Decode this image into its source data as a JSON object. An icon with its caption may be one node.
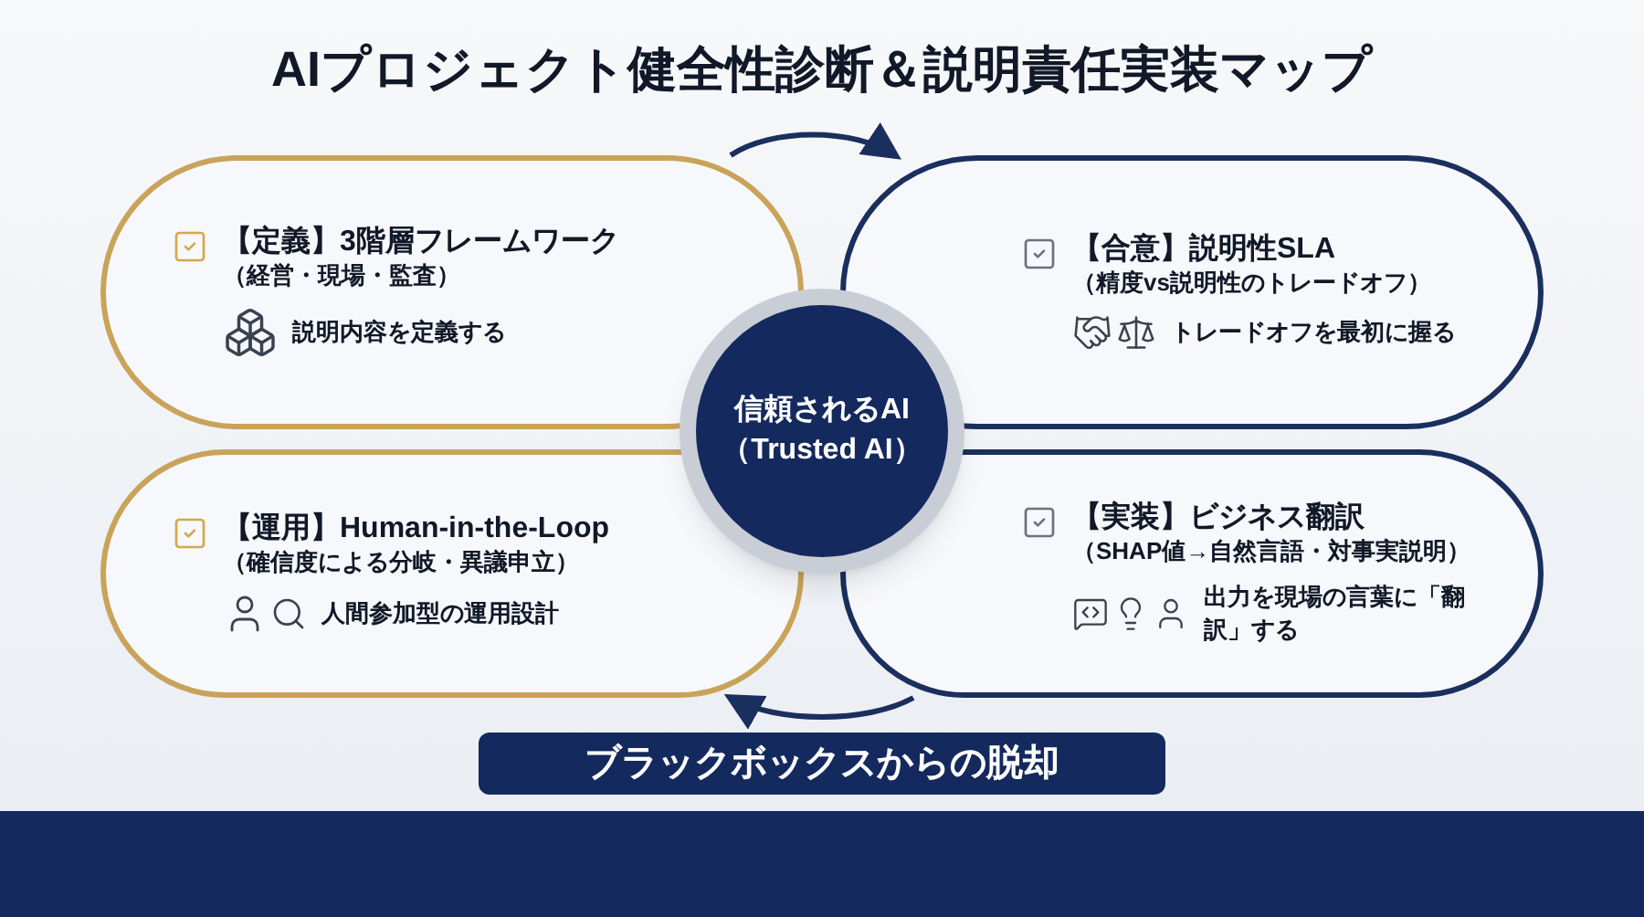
{
  "diagram": {
    "title": "AIプロジェクト健全性診断＆説明責任実装マップ",
    "nodes": [
      {
        "text": [
          "【定義】3階層フレームワーク",
          "（経営・現場・監査）",
          "説明内容を定義する"
        ]
      },
      {
        "text": [
          "【合意】説明性SLA",
          "（精度vs説明性のトレードオフ）",
          "トレードオフを最初に握る"
        ]
      },
      {
        "text": [
          "【運用】Human-in-the-Loop",
          "（確信度による分岐・異議申立）",
          "人間参加型の運用設計"
        ]
      },
      {
        "text": [
          "【実装】ビジネス翻訳",
          "（SHAP値→自然言語・対事実説明）",
          "出力を現場の言葉に「翻訳」する"
        ]
      },
      {
        "text": [
          "信頼されるAI（Trusted AI）"
        ]
      },
      {
        "text": [
          "ブラックボックスからの脱却"
        ]
      }
    ],
    "edges": [
      {
        "from": 0,
        "to": 1,
        "arrow": "to"
      },
      {
        "from": 3,
        "to": 2,
        "arrow": "to"
      }
    ]
  }
}
